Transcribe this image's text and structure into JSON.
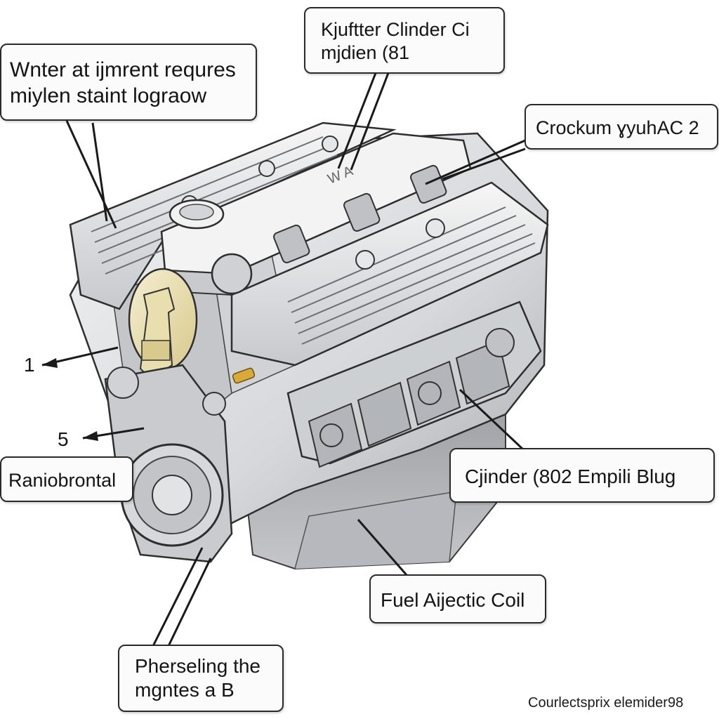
{
  "callouts": {
    "water_pump": {
      "line1": "Wnter at ijmrent requres",
      "line2": "miylen staint lograow"
    },
    "cylinder_head": {
      "line1": "Kjuftter Clinder Ci",
      "line2": "mjdien (81"
    },
    "crankcase": {
      "text": "Crockum ɣyuhAC 2"
    },
    "radiator": {
      "text": "Raniobrontal"
    },
    "cylinder_plug": {
      "text": "Cjinder (802 Empili Blug"
    },
    "fuel_coil": {
      "text": "Fuel Aijectic Coil"
    },
    "pulley": {
      "line1": "Pherseling the",
      "line2": "mgntes a B"
    }
  },
  "numbers": {
    "n1": "1",
    "n5": "5"
  },
  "credit": "Courlectsprix elemider98",
  "colors": {
    "leader_line": "#1a1a1a",
    "engine_metal": "#d9dadc",
    "engine_shadow": "#8d8f94",
    "oil_pan": "#a5a7ac",
    "cap_gold": "#e8ddb0",
    "brass": "#d9a93a"
  }
}
